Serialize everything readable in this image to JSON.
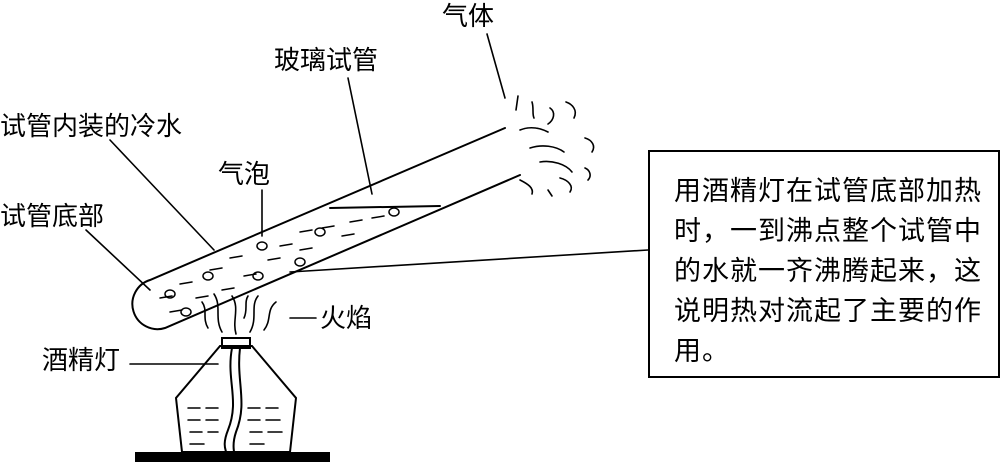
{
  "labels": {
    "gas": "气体",
    "glass_tube": "玻璃试管",
    "cold_water": "试管内装的冷水",
    "bubbles": "气泡",
    "tube_bottom": "试管底部",
    "flame": "火焰",
    "alcohol_lamp": "酒精灯"
  },
  "callout": {
    "text": "用酒精灯在试管底部加热时，一到沸点整个试管中的水就一齐沸腾起来，这说明热对流起了主要的作用。"
  }
}
